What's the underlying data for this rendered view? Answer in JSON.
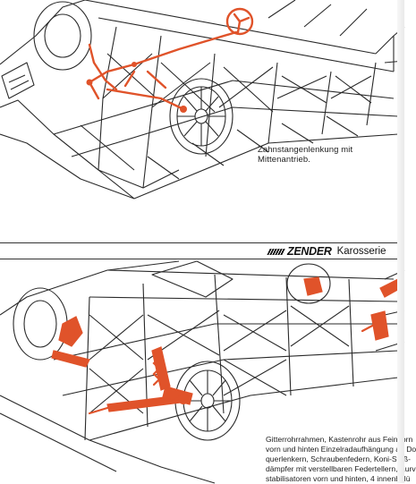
{
  "top_panel": {
    "caption": "Zahnstangenlenkung mit Mittenantrieb."
  },
  "header_rule": {
    "brand": "ZENDER",
    "section_title": "Karosserie"
  },
  "bottom_panel": {
    "caption_lines": [
      "Gitterrohrrahmen, Kastenrohr aus Feinkorn",
      "vorn und hinten Einzelradaufhängung an Do",
      "querlenkern, Schraubenfedern, Koni-Stoß-",
      "dämpfer mit verstellbaren Federtellern, Kurv",
      "stabilisatoren vorn und hinten, 4 innenbelü"
    ]
  },
  "colors": {
    "line": "#2a2a2a",
    "accent": "#e0532a",
    "page": "#ffffff"
  }
}
